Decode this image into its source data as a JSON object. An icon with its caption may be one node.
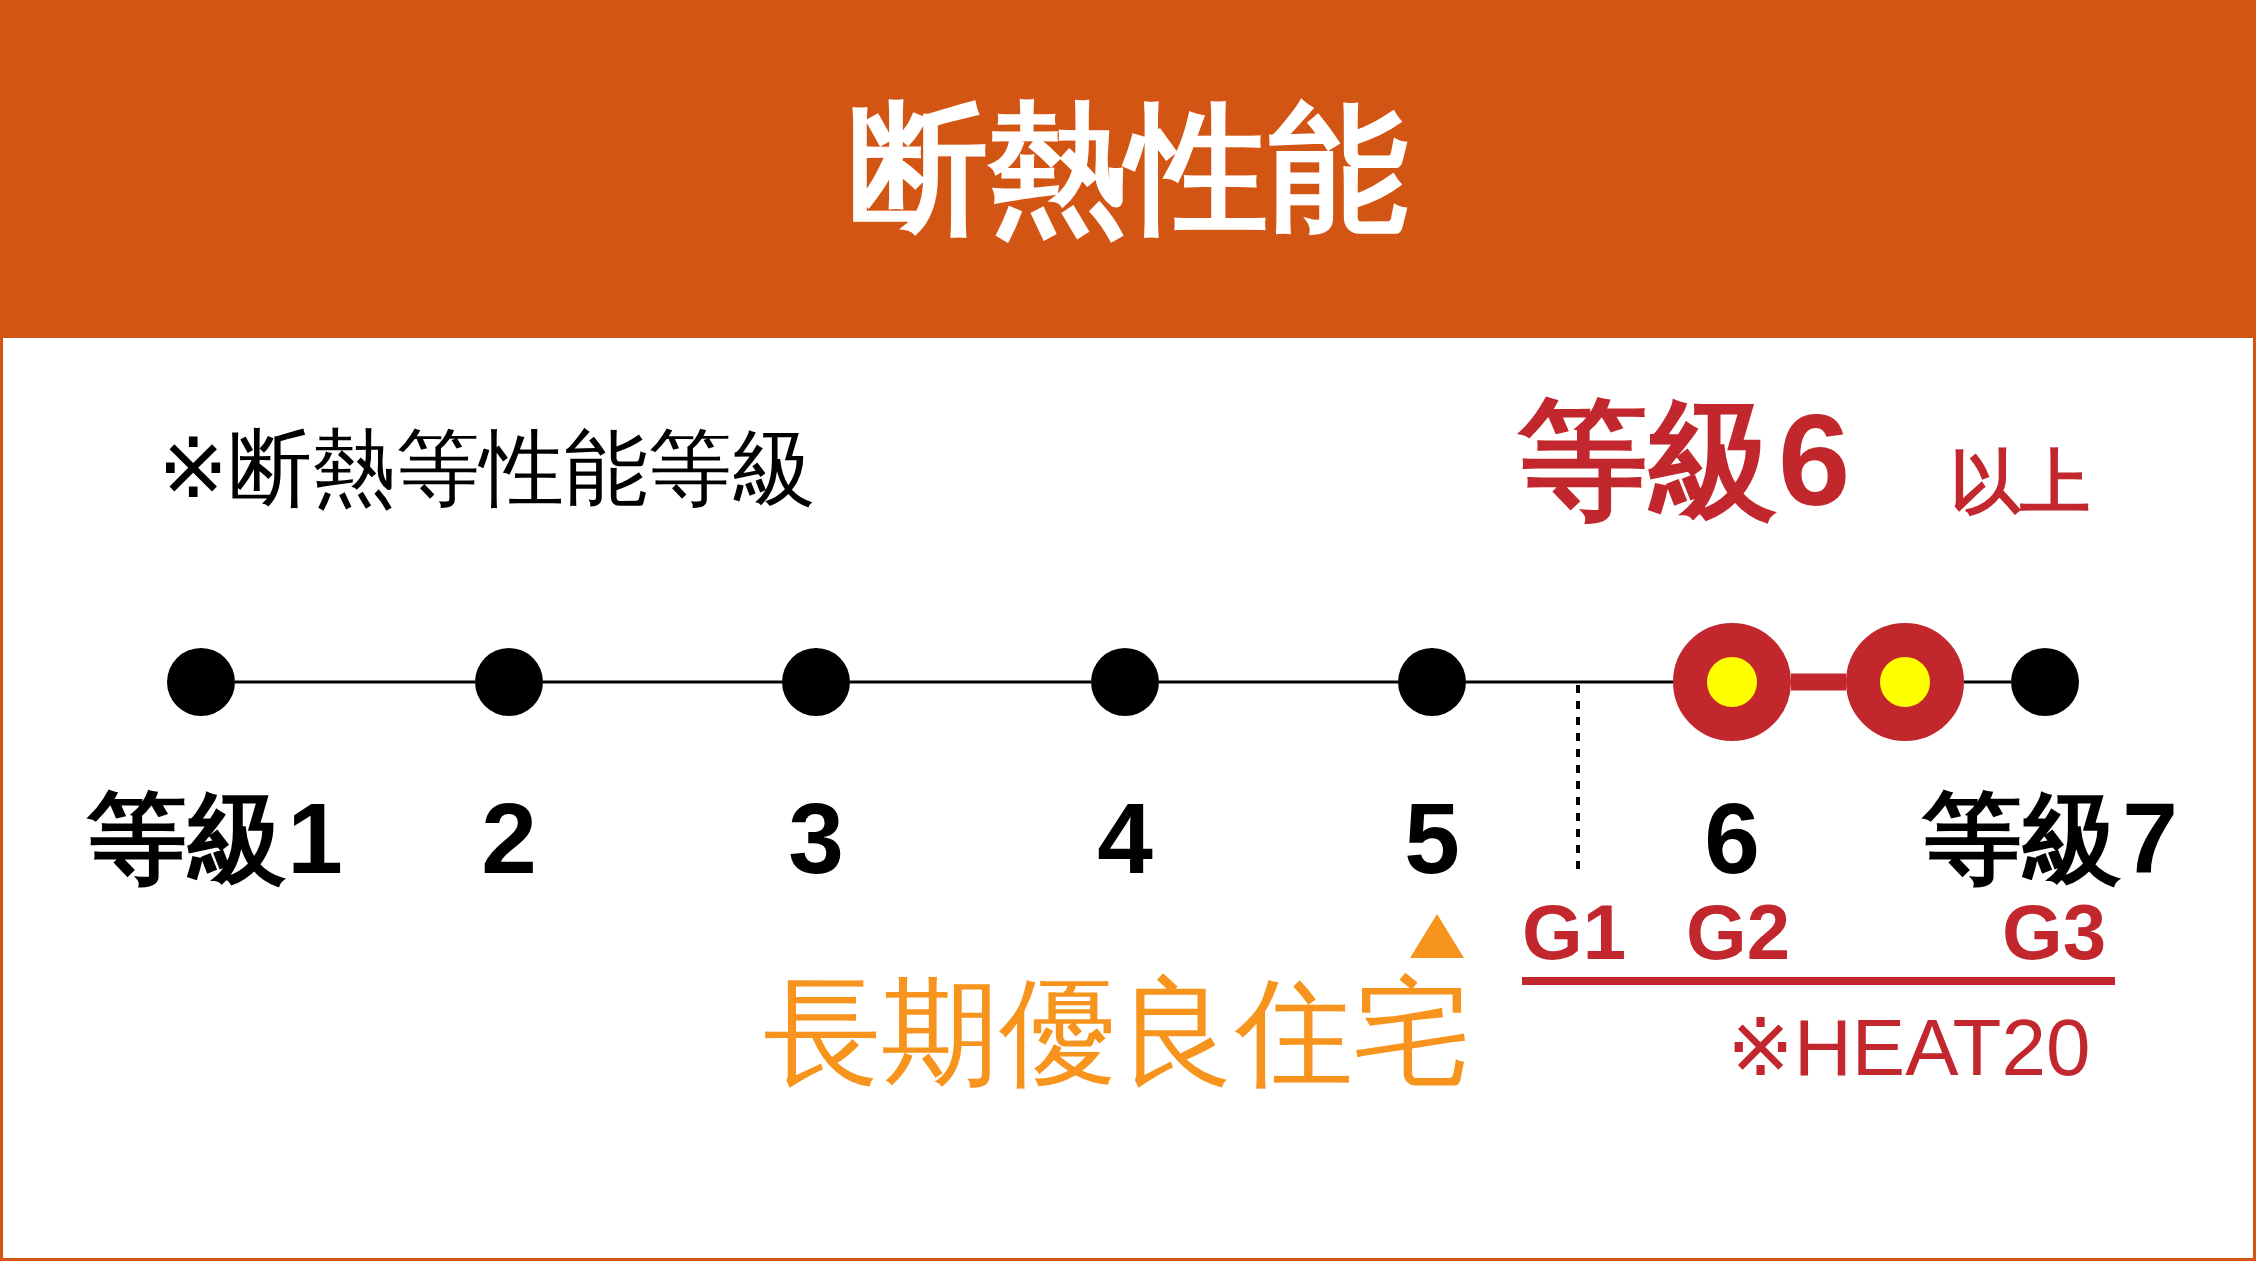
{
  "diagram": {
    "title": "断熱性能",
    "nodes": [
      {
        "text": [],
        "shape": "circle",
        "beside": [
          "等級1"
        ]
      },
      {
        "text": [],
        "shape": "circle",
        "beside": [
          "2"
        ]
      },
      {
        "text": [],
        "shape": "circle",
        "beside": [
          "3"
        ]
      },
      {
        "text": [],
        "shape": "circle",
        "beside": [
          "4"
        ]
      },
      {
        "text": [],
        "shape": "circle",
        "beside": [
          "5"
        ]
      },
      {
        "text": [],
        "shape": "circle",
        "beside": [
          "6"
        ]
      },
      {
        "text": [],
        "shape": "circle"
      },
      {
        "text": [],
        "shape": "circle",
        "beside": [
          "等級7"
        ]
      }
    ],
    "edges": [
      {
        "from": 0,
        "to": 1,
        "arrow": "none"
      },
      {
        "from": 1,
        "to": 2,
        "arrow": "none"
      },
      {
        "from": 2,
        "to": 3,
        "arrow": "none"
      },
      {
        "from": 3,
        "to": 4,
        "arrow": "none"
      },
      {
        "from": 4,
        "to": 5,
        "arrow": "none"
      },
      {
        "from": 5,
        "to": 6,
        "arrow": "none",
        "style": "thick",
        "color": "#c1272d"
      },
      {
        "from": 6,
        "to": 7,
        "arrow": "none"
      }
    ],
    "labels": [
      "※断熱等性能等級",
      "等級6",
      "以上",
      "G1",
      "G2",
      "G3",
      "長期優良住宅",
      "※HEAT20"
    ]
  }
}
